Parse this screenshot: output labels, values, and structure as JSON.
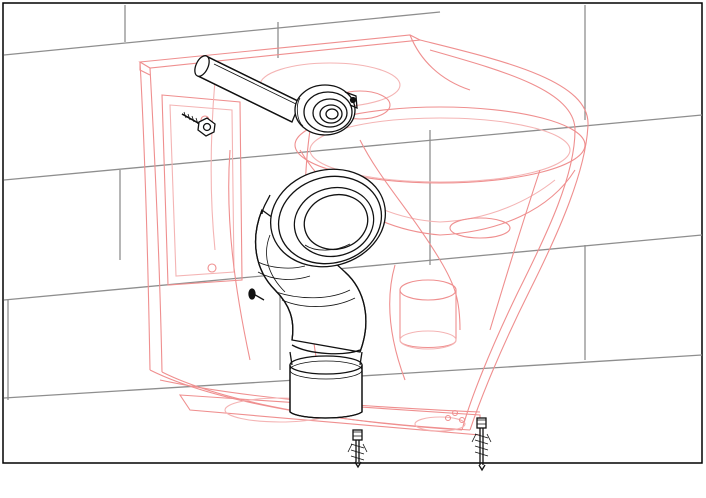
{
  "diagram": {
    "colors": {
      "border": "#000000",
      "wall_lines": "#8e8e8e",
      "toilet_outline": "#ef8f8f",
      "parts": "#111111",
      "background": "#ffffff"
    },
    "components": [
      "wall-tiles",
      "toilet-bowl-outline",
      "flush-pipe",
      "flush-pipe-connector",
      "drain-elbow",
      "mounting-bolt",
      "side-bolt",
      "floor-anchor-left",
      "floor-anchor-right"
    ]
  }
}
